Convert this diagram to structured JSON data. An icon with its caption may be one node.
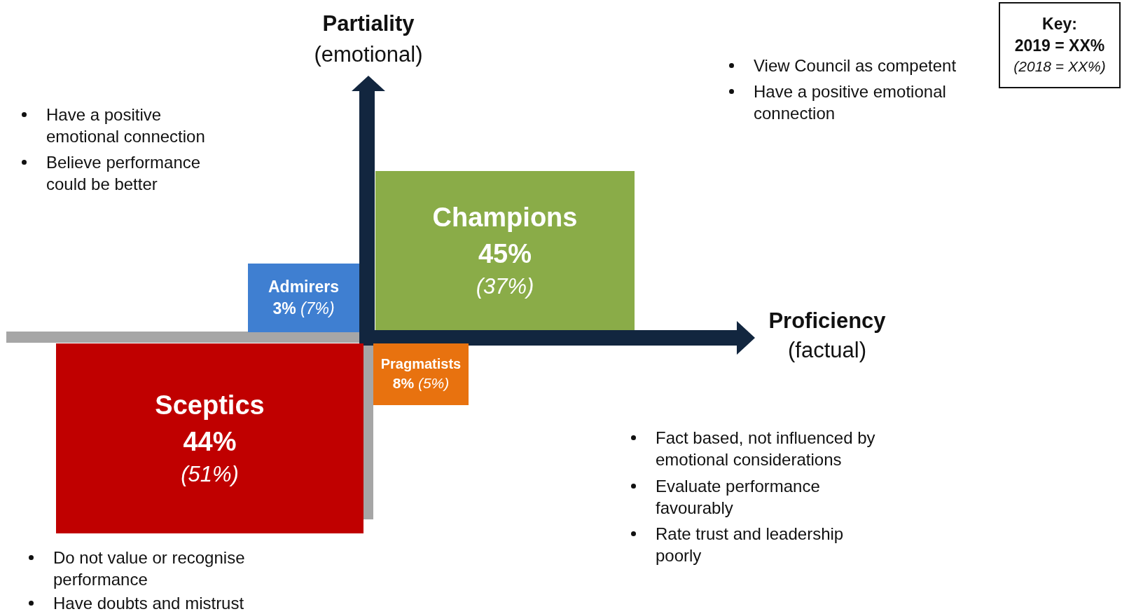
{
  "diagram": {
    "nodes": [
      {
        "text": [
          "Key:",
          "2019 = XX%",
          "(2018 = XX%)"
        ]
      },
      {
        "text": [
          "Champions",
          "45%",
          "(37%)"
        ]
      },
      {
        "text": [
          "Admirers",
          "**3%** *(7%)*"
        ]
      },
      {
        "text": [
          "Sceptics",
          "44%",
          "(51%)"
        ]
      },
      {
        "text": [
          "Pragmatists",
          "**8%** *(5%)*"
        ]
      }
    ],
    "edges": [],
    "labels": [
      "Partiality",
      "(emotional)",
      "View Council as competent",
      "Have a positive emotional connection",
      "Have a positive emotional connection",
      "Believe performance could be better",
      "Proficiency",
      "(factual)",
      "Fact based, not influenced by emotional considerations",
      "Evaluate performance favourably",
      "Rate trust and leadership poorly",
      "Do not value or recognise performance",
      "Have doubts and mistrust"
    ]
  }
}
